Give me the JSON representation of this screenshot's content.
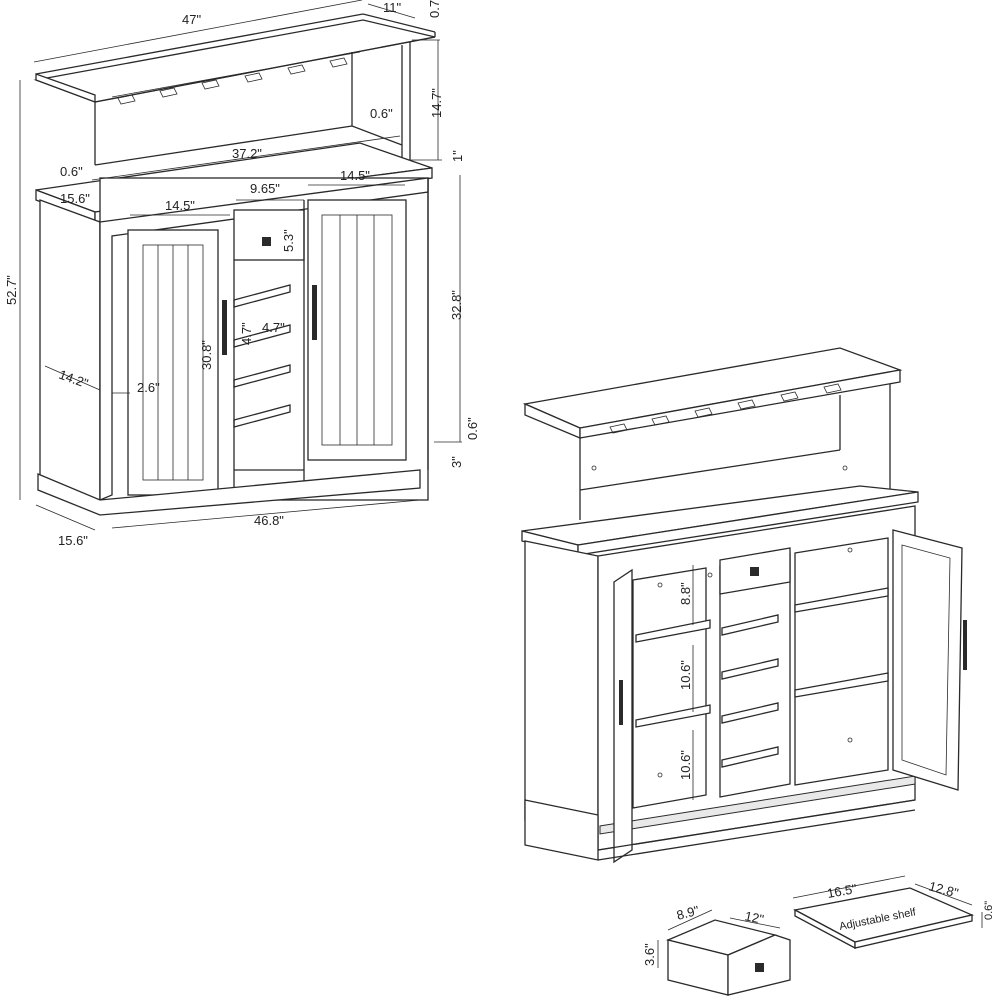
{
  "front_view": {
    "overall_width": "47\"",
    "top_depth": "11\"",
    "top_thickness": "0.7\"",
    "hutch_height": "14.7\"",
    "hutch_back_offset": "0.6\"",
    "hutch_inner_width": "37.2\"",
    "hutch_side_offset": "0.6\"",
    "counter_thickness": "1\"",
    "counter_depth": "15.6\"",
    "door_left_width": "14.5\"",
    "center_width": "9.65\"",
    "door_right_width": "14.5\"",
    "drawer_height": "5.3\"",
    "total_height": "52.7\"",
    "cabinet_height": "32.8\"",
    "rack_gap_a": "4.7\"",
    "rack_gap_b": "4.7\"",
    "door_height": "30.8\"",
    "side_depth": "14.2\"",
    "door_offset": "2.6\"",
    "toe_kick": "0.6\"",
    "base_height": "3\"",
    "base_width": "46.8\"",
    "base_depth": "15.6\""
  },
  "open_view": {
    "upper_shelf_gap": "8.8\"",
    "middle_shelf_gap": "10.6\"",
    "lower_shelf_gap": "10.6\""
  },
  "drawer_detail": {
    "width": "8.9\"",
    "depth": "12\"",
    "height": "3.6\""
  },
  "shelf_detail": {
    "label": "Adjustable shelf",
    "width": "16.5\"",
    "depth": "12.8\"",
    "thickness": "0.6\""
  }
}
